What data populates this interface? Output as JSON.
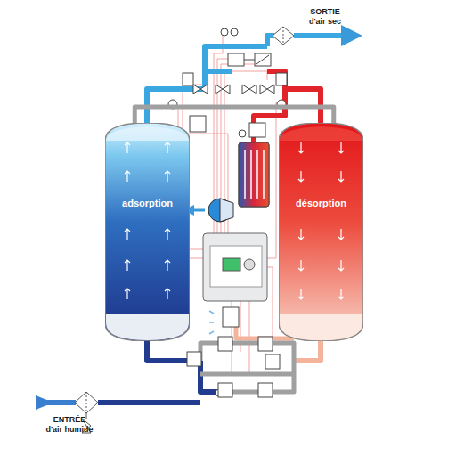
{
  "diagram": {
    "nodes": [
      {
        "text": [
          "adsorption"
        ]
      },
      {
        "text": [
          "désorption"
        ]
      }
    ],
    "edges": [
      {
        "from": 0,
        "to": 1,
        "arrow": "none"
      }
    ],
    "labels": [
      "SORTIE",
      "d'air sec",
      "ENTRÉE",
      "d'air humide"
    ]
  }
}
